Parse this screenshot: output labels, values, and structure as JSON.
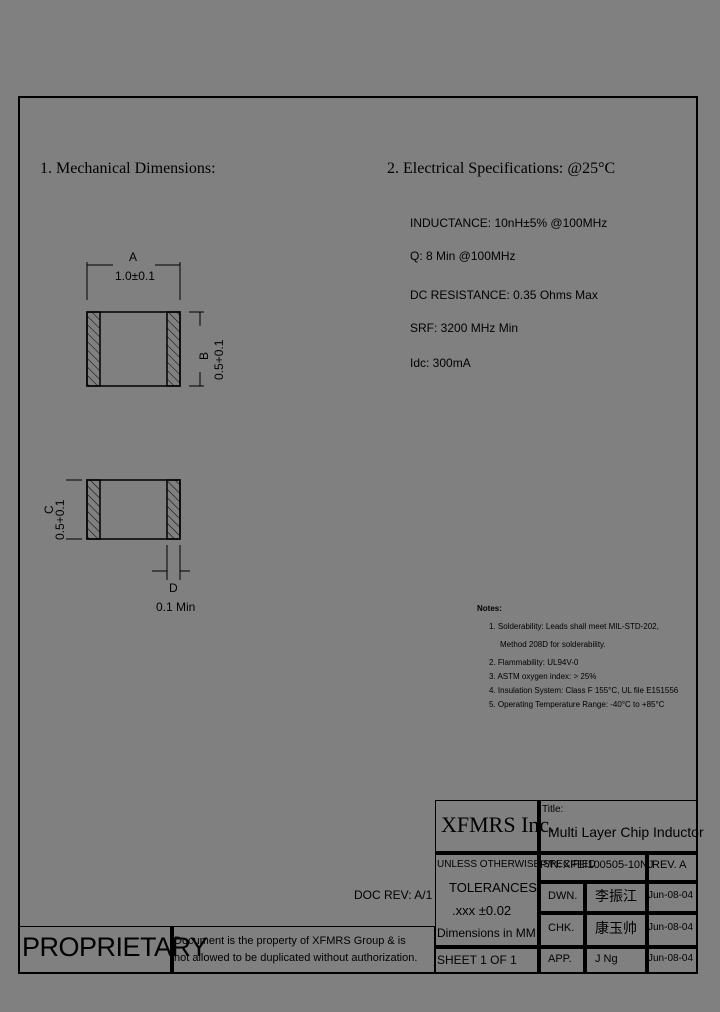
{
  "sections": {
    "mechanical_title": "1. Mechanical Dimensions:",
    "electrical_title": "2. Electrical Specifications: @25°C"
  },
  "dimensions": {
    "a_label": "A",
    "a_value": "1.0±0.1",
    "b_label": "B",
    "b_value": "0.5+0.1",
    "c_label": "C",
    "c_value": "0.5+0.1",
    "d_label": "D",
    "d_value": "0.1 Min"
  },
  "specs": [
    "INDUCTANCE: 10nH±5% @100MHz",
    "Q: 8 Min @100MHz",
    "DC RESISTANCE: 0.35 Ohms Max",
    "SRF: 3200 MHz Min",
    "Idc: 300mA"
  ],
  "notes": {
    "heading": "Notes:",
    "items": [
      "1. Solderability: Leads shall meet MIL-STD-202,",
      "Method 208D for solderability.",
      "2. Flammability: UL94V-0",
      "3. ASTM oxygen index: > 25%",
      "4. Insulation System: Class F 155°C, UL file E151556",
      "5. Operating Temperature Range: -40°C to +85°C"
    ]
  },
  "doc_rev": "DOC REV: A/1",
  "title_block": {
    "company": "XFMRS Inc.",
    "title_label": "Title:",
    "title_value": "Multi Layer Chip Inductor",
    "unless": "UNLESS OTHERWISE SPECIFIED",
    "tolerances": "TOLERANCES:",
    "tolerance_value": ".xxx ±0.02",
    "dimensions_in": "Dimensions in MM",
    "pn_label": "P/N:",
    "pn_value": "XFEI100505-10NJ",
    "rev_label": "REV. A",
    "dwn_label": "DWN.",
    "dwn_name": "李振江",
    "dwn_date": "Jun-08-04",
    "chk_label": "CHK.",
    "chk_name": "康玉帅",
    "chk_date": "Jun-08-04",
    "app_label": "APP.",
    "app_name": "J Ng",
    "app_date": "Jun-08-04",
    "sheet": "SHEET 1 OF 1"
  },
  "proprietary": {
    "label": "PROPRIETARY",
    "line1": "Document is the property of XFMRS Group & is",
    "line2": "not allowed to be duplicated without authorization."
  }
}
